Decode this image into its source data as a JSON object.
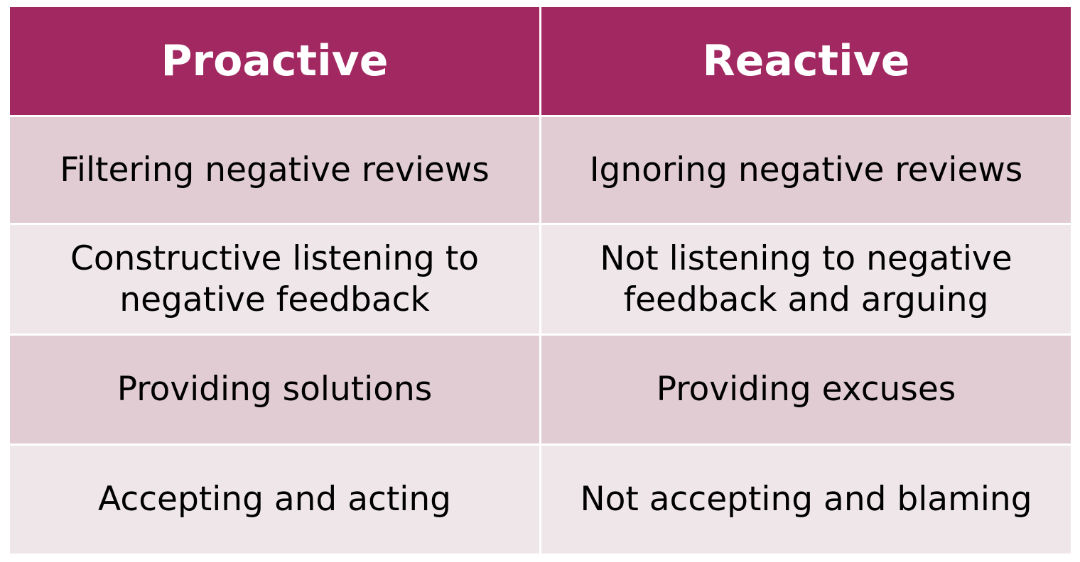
{
  "colors": {
    "header_bg": "#a22862",
    "row_dark_bg": "#e0ccd2",
    "row_light_bg": "#efe6e9"
  },
  "table": {
    "headers": [
      "Proactive",
      "Reactive"
    ],
    "rows": [
      [
        "Filtering negative reviews",
        "Ignoring negative reviews"
      ],
      [
        "Constructive listening to negative feedback",
        "Not listening to negative feedback and arguing"
      ],
      [
        "Providing solutions",
        "Providing excuses"
      ],
      [
        "Accepting and acting",
        "Not accepting and blaming"
      ]
    ]
  }
}
